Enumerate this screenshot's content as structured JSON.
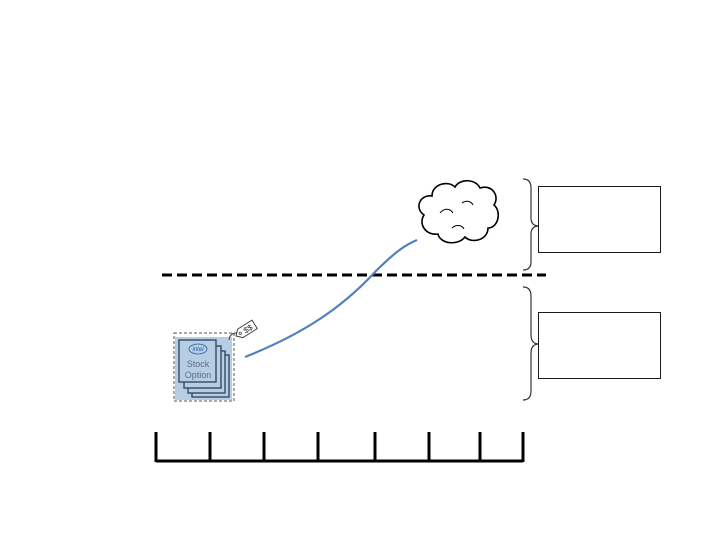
{
  "stock_option": {
    "logo_text": "intel",
    "line1": "Stock",
    "line2": "Option"
  },
  "price_tag": {
    "label": "$$"
  },
  "boxes": {
    "top_text": "",
    "bottom_text": ""
  },
  "timeline": {
    "tick_count": 8
  },
  "colors": {
    "curve": "#4f81bd",
    "card_fill": "#b7cde3",
    "card_stroke": "#334a63",
    "dashed_line": "#000000"
  },
  "icons": [
    "cloud-icon",
    "price-tag-icon",
    "intel-logo-icon"
  ]
}
